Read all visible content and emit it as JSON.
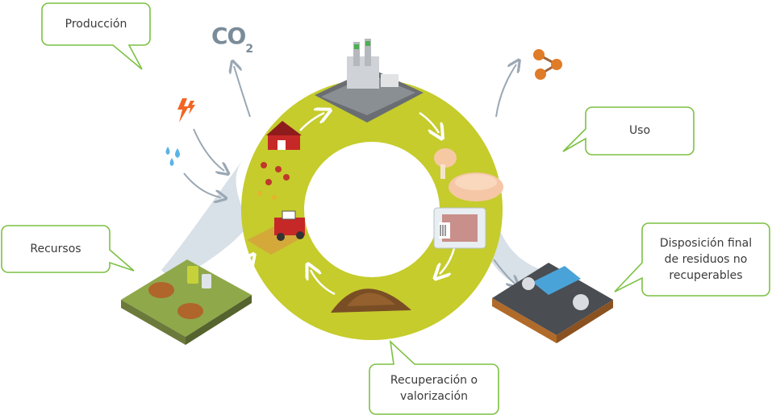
{
  "bubbles": {
    "produccion": {
      "lines": [
        "Producción"
      ]
    },
    "uso": {
      "lines": [
        "Uso"
      ]
    },
    "recursos": {
      "lines": [
        "Recursos"
      ]
    },
    "disposicion": {
      "lines": [
        "Disposición final",
        "de residuos no",
        "recuperables"
      ]
    },
    "recuperacion": {
      "lines": [
        "Recuperación o",
        "valorización"
      ]
    }
  },
  "emissions": {
    "co2_main": "CO",
    "co2_sub": "2"
  },
  "colors": {
    "ring": "#c5cc2c",
    "ring_dark": "#b0b822",
    "bubble_border": "#7cc142",
    "flow_gray": "#cfd8e0",
    "arrow_gray": "#9aa8b4",
    "energy": "#f26522",
    "water": "#5ab4e5",
    "molecule": "#e07b27"
  },
  "icons": {
    "energy": "lightning-icon",
    "water": "water-drops-icon",
    "molecule": "molecule-icon",
    "factory": "factory-icon",
    "barn": "barn-icon",
    "chickens": "chickens-icon",
    "harvester": "harvester-icon",
    "chicken_leg": "chicken-leg-icon",
    "roast_chicken": "roast-chicken-icon",
    "meat_package": "meat-package-icon",
    "compost": "compost-pile-icon",
    "farm_land": "farm-land-icon",
    "waste_plant": "waste-plant-icon"
  }
}
